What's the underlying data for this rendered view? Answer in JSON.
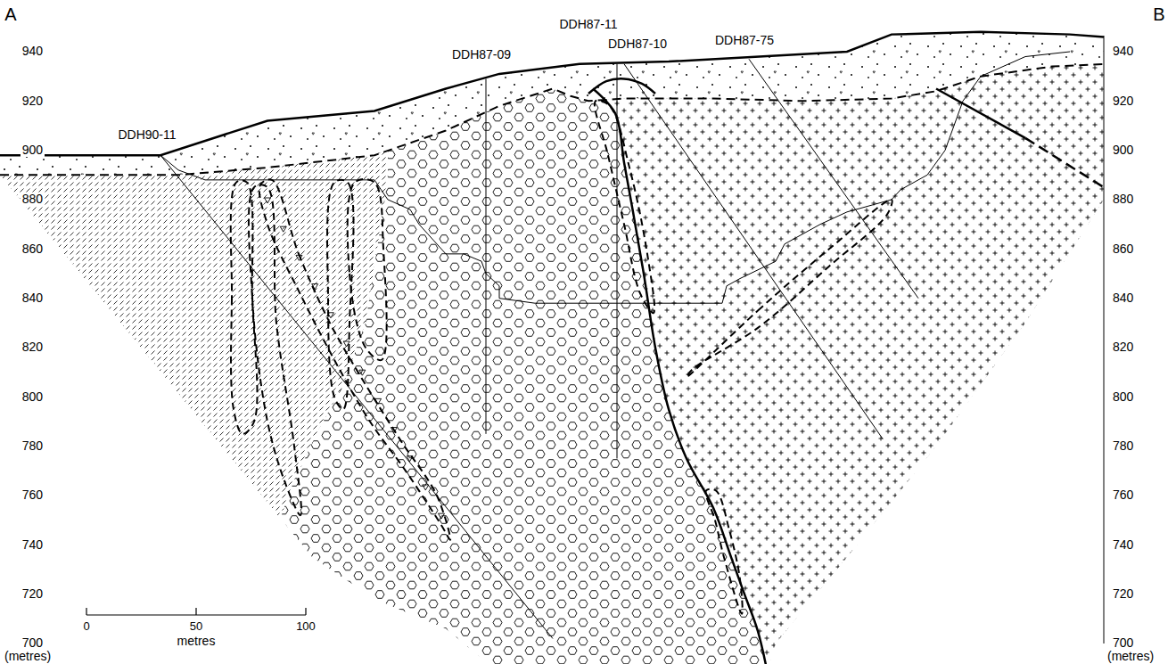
{
  "diagram": {
    "labels": [
      "A",
      "B",
      "940",
      "920",
      "900",
      "880",
      "860",
      "840",
      "820",
      "800",
      "780",
      "760",
      "740",
      "720",
      "700",
      "940",
      "920",
      "900",
      "880",
      "860",
      "840",
      "820",
      "800",
      "780",
      "760",
      "740",
      "720",
      "700",
      "(metres)",
      "(metres)",
      "DDH90-11",
      "DDH87-09",
      "DDH87-11",
      "DDH87-10",
      "DDH87-75",
      "0",
      "50",
      "100",
      "metres"
    ]
  }
}
